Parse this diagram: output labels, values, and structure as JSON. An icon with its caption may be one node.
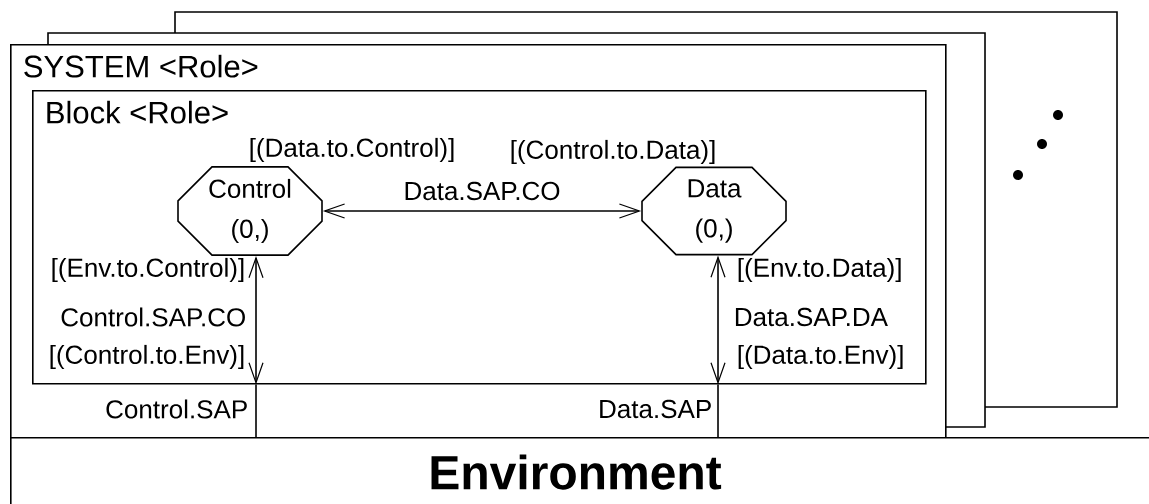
{
  "diagram": {
    "nodes": [
      {
        "text": [
          "SYSTEM <Role>"
        ]
      },
      {
        "text": [
          "Block <Role>"
        ],
        "in": 0
      },
      {
        "text": [
          "Control",
          "(0,)"
        ],
        "in": 1
      },
      {
        "text": [
          "Data",
          "(0,)"
        ],
        "in": 1
      },
      {
        "text": [
          "Environment"
        ]
      }
    ],
    "edges": [
      {
        "from": 2,
        "to": 3,
        "arrow": "both",
        "label": "Data.SAP.CO"
      },
      {
        "from": 1,
        "to": 2,
        "arrow": "both",
        "label": "Control.SAP.CO"
      },
      {
        "from": 4,
        "to": 1,
        "arrow": "none",
        "label": "Control.SAP"
      },
      {
        "from": 1,
        "to": 3,
        "arrow": "both",
        "label": "Data.SAP.DA"
      },
      {
        "from": 4,
        "to": 1,
        "arrow": "none",
        "label": "Data.SAP"
      }
    ],
    "labels": [
      "[(Data.to.Control)]",
      "[(Control.to.Data)]",
      "[(Env.to.Control)]",
      "[(Env.to.Data)]",
      "[(Control.to.Env)]",
      "[(Data.to.Env)]"
    ]
  }
}
